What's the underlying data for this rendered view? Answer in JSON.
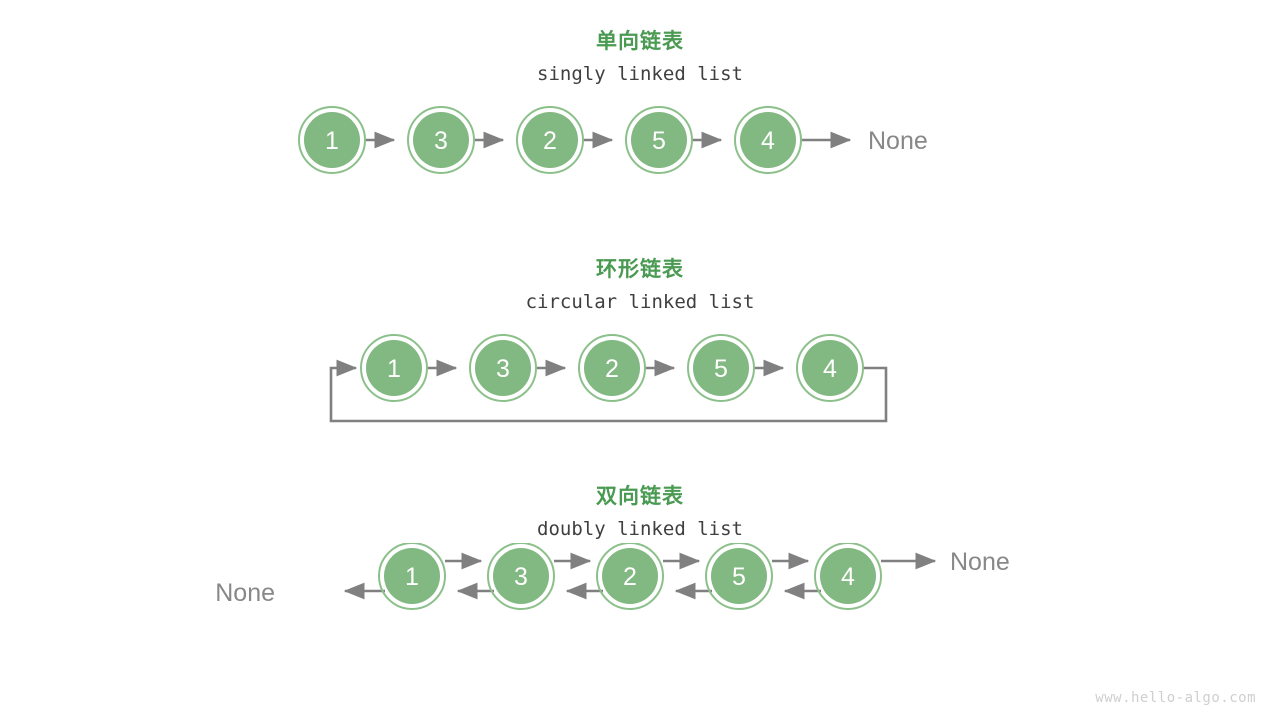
{
  "page": {
    "background": "#ffffff",
    "watermark": "www.hello-algo.com"
  },
  "colors": {
    "node_fill": "#82b881",
    "node_ring": "#8cc08a",
    "node_gap": "#ffffff",
    "node_text": "#ffffff",
    "heading_green": "#4a9a52",
    "subtitle_gray": "#3f3f3f",
    "arrow_gray": "#808080",
    "none_gray": "#888888",
    "watermark_gray": "#cfcfcf"
  },
  "sections": [
    {
      "id": "singly",
      "title_cn": "单向链表",
      "title_en": "singly linked list",
      "nodes": [
        "1",
        "3",
        "2",
        "5",
        "4"
      ],
      "tail_label": "None",
      "head_label": "",
      "direction": "forward",
      "loop": false
    },
    {
      "id": "circular",
      "title_cn": "环形链表",
      "title_en": "circular linked list",
      "nodes": [
        "1",
        "3",
        "2",
        "5",
        "4"
      ],
      "tail_label": "",
      "head_label": "",
      "direction": "forward",
      "loop": true
    },
    {
      "id": "doubly",
      "title_cn": "双向链表",
      "title_en": "doubly linked list",
      "nodes": [
        "1",
        "3",
        "2",
        "5",
        "4"
      ],
      "tail_label": "None",
      "head_label": "None",
      "direction": "bidirectional",
      "loop": false
    }
  ]
}
